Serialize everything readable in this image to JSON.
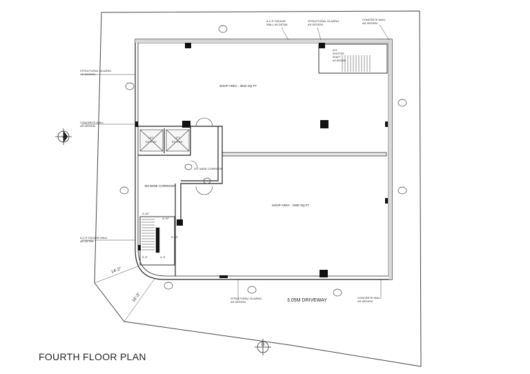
{
  "title": "FOURTH FLOOR PLAN",
  "rooms": {
    "shop_area_1": "SHOP AREA - 3842 SQ.FT",
    "shop_area_2": "SHOP AREA - 1936 SQ.FT",
    "corridor_5m": "5M WIDE CORRIDOR",
    "corridor_6ft": "6'0\" WIDE CORRIDOR",
    "lift_1": "LIFT",
    "lift_1_size": "5'0\" X 6'0\"",
    "lift_2": "LIFT",
    "lift_2_size": "5'0\" X 6'0\"",
    "driveway": "3.05M DRIVEWAY"
  },
  "notes": {
    "acp_top": "A.C.P. FACADE",
    "acp_top_2": "WALL AS DETAIL",
    "glazing_top": "STRUCTURAL GLAZING",
    "glazing_top_2": "AS DESIGN.",
    "concrete_top": "CONCRETE WALL",
    "concrete_top_2": "AS DESIGN.",
    "glazing_left": "STRUCTURAL GLAZING",
    "glazing_left_2": "AS DESIGN.",
    "concrete_left": "CONCRETE WALL",
    "concrete_left_2": "AS DESIGN.",
    "acp_left": "A.C.P. FACADE WALL",
    "acp_left_2": "AS DETAIL",
    "glazing_bottom": "STRUCTURAL GLAZING",
    "glazing_bottom_2": "AS DESIGN.",
    "concrete_bottom": "CONCRETE WALL",
    "concrete_bottom_2": "AS DESIGN.",
    "stair_note_1": "M.S.",
    "stair_note_2": "SHUTTER",
    "stair_note_3": "SHAFT",
    "stair_note_4": "AS DESIGN"
  },
  "dimensions": {
    "stair_top_1": "4'-10\"",
    "stair_top_2": "4'-10\"",
    "stair_bot_1": "3'-3\"",
    "stair_bot_2": "4'-3\"",
    "stair_side": "9'-10\"",
    "edge_1": "14'-2\"",
    "edge_2": "16'-3\""
  },
  "markers": {
    "section_left": "A",
    "section_bottom": "D"
  }
}
